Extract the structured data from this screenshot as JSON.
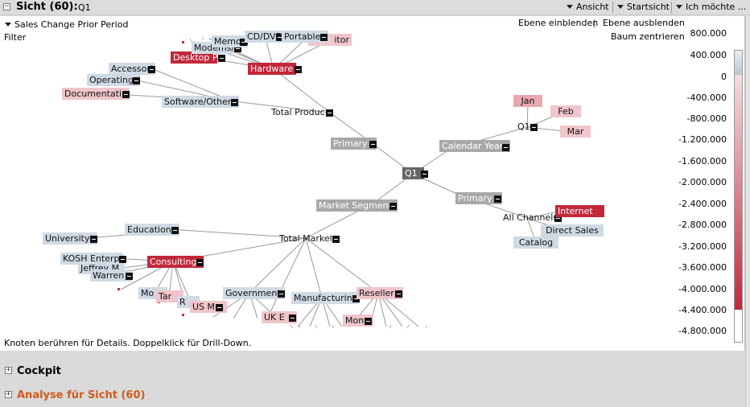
{
  "header": {
    "title": "Sicht (60):",
    "subtitle": "Q1",
    "menu": [
      "Ansicht",
      "Startsicht",
      "Ich möchte ..."
    ]
  },
  "toolbar": {
    "measure": "Sales Change Prior Period",
    "filter": "Filter",
    "expand_level": "Ebene einblenden",
    "separator": "|",
    "collapse_level": "Ebene ausblenden",
    "center_tree": "Baum zentrieren"
  },
  "tree": {
    "root": "Q1",
    "product_primary": "Primary",
    "total_product": "Total Product",
    "hardware": "Hardware",
    "desktop": "Desktop P",
    "modems": "Modems/",
    "memory": "Memory",
    "cddvd": "CD/DVD",
    "portable": "Portable",
    "monitor": "itor",
    "software_other": "Software/Other",
    "accessories": "Accessorie",
    "operating": "Operating",
    "documentation": "Documentatio",
    "calendar_year": "Calendar Year",
    "q1": "Q1",
    "jan": "Jan",
    "feb": "Feb",
    "mar": "Mar",
    "channel_primary": "Primary",
    "all_channels": "All Channels",
    "internet": "Internet",
    "direct_sales": "Direct Sales",
    "catalog": "Catalog",
    "market_segment": "Market Segment",
    "total_market": "Total Market",
    "education": "Education",
    "university": "University",
    "kosh": "KOSH Enterp",
    "jeffrey": "Jeffrey M",
    "warren": "Warren",
    "consulting": "Consulting",
    "mo": "Mo",
    "tar": "Tar",
    "r": "R",
    "us_m": "US M",
    "government": "Government",
    "uk_e": "UK E",
    "manufacturing": "Manufacturing",
    "reseller": "Reseller",
    "mon": "Mon"
  },
  "legend": {
    "labels": [
      "800.000",
      "400.000",
      "0",
      "-400.000",
      "-800.000",
      "-1.200.000",
      "-1.600.000",
      "-2.000.000",
      "-2.400.000",
      "-2.800.000",
      "-3.200.000",
      "-3.600.000",
      "-4.000.000",
      "-4.400.000",
      "-4.800.000"
    ],
    "color_negative": "#c2283a",
    "color_positive": "#d0dae4"
  },
  "status_text": "Knoten berühren für Details. Doppelklick für Drill-Down.",
  "accordion": {
    "cockpit": "Cockpit",
    "analysis": "Analyse für Sicht (60)",
    "analysis_color": "#d05a1a"
  }
}
